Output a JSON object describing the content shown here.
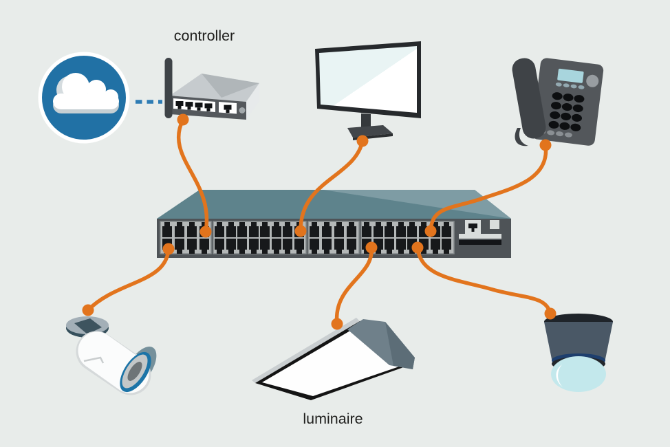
{
  "diagram": {
    "labels": {
      "controller": "controller",
      "luminaire": "luminaire"
    },
    "nodes": [
      {
        "id": "cloud",
        "icon": "cloud-icon"
      },
      {
        "id": "controller-router",
        "icon": "router-icon",
        "label": "controller"
      },
      {
        "id": "monitor",
        "icon": "monitor-icon"
      },
      {
        "id": "ip-phone",
        "icon": "desk-phone-icon"
      },
      {
        "id": "poe-switch",
        "icon": "48-port-switch-icon"
      },
      {
        "id": "bullet-camera",
        "icon": "security-camera-icon"
      },
      {
        "id": "luminaire-panel",
        "icon": "led-panel-icon",
        "label": "luminaire"
      },
      {
        "id": "dome-camera",
        "icon": "dome-sensor-icon"
      }
    ],
    "connections": [
      {
        "from": "cloud",
        "to": "controller-router",
        "style": "dashed-blue"
      },
      {
        "from": "controller-router",
        "to": "poe-switch",
        "style": "orange-cable"
      },
      {
        "from": "monitor",
        "to": "poe-switch",
        "style": "orange-cable"
      },
      {
        "from": "ip-phone",
        "to": "poe-switch",
        "style": "orange-cable"
      },
      {
        "from": "poe-switch",
        "to": "bullet-camera",
        "style": "orange-cable"
      },
      {
        "from": "poe-switch",
        "to": "luminaire-panel",
        "style": "orange-cable"
      },
      {
        "from": "poe-switch",
        "to": "dome-camera",
        "style": "orange-cable"
      }
    ],
    "colors": {
      "background": "#E8ECEA",
      "cable_orange": "#E2741D",
      "cloud_blue": "#2171A5",
      "dashed_link_blue": "#2E7CB4",
      "switch_top": "#5E838C",
      "switch_top_highlight": "#7E9CA4",
      "switch_front": "#4E5357",
      "port_panel_gray": "#B4B8B8",
      "port_black": "#17191B",
      "device_gray": "#53575B",
      "display_cyan": "#A8D5DD",
      "dome_glass": "#C3E8EC",
      "camera_ring_blue": "#1C74A7"
    }
  }
}
